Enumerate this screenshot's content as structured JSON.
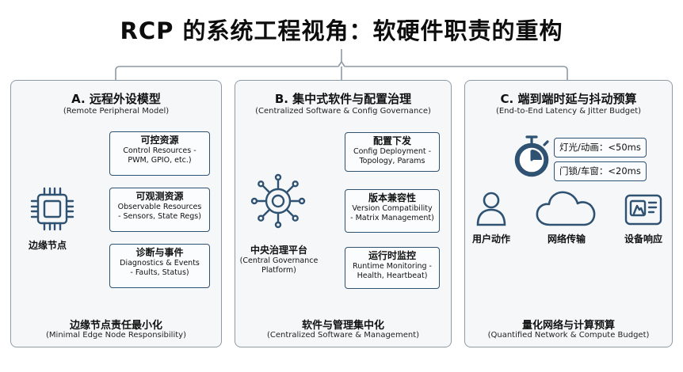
{
  "title": "RCP 的系统工程视角：软硬件职责的重构",
  "colors": {
    "navy": "#2f5272",
    "panel_border": "#8e9aa6",
    "panel_fill": "#f5f7f9"
  },
  "panels": [
    {
      "title": "A. 远程外设模型",
      "subtitle": "(Remote Peripheral Model)",
      "node_label": "边缘节点",
      "node_icon": "chip-icon",
      "boxes": [
        {
          "title": "可控资源",
          "desc1": "Control Resources -",
          "desc2": "PWM, GPIO, etc.)"
        },
        {
          "title": "可观测资源",
          "desc1": "Observable Resources",
          "desc2": "- Sensors, State Regs)"
        },
        {
          "title": "诊断与事件",
          "desc1": "Diagnostics & Events",
          "desc2": "- Faults, Status)"
        }
      ],
      "bottom_title": "边缘节点责任最小化",
      "bottom_sub": "(Minimal Edge Node Responsibility)"
    },
    {
      "title": "B. 集中式软件与配置治理",
      "subtitle": "(Centralized Software & Config Governance)",
      "node_label": "中央治理平台",
      "node_sub1": "(Central Governance",
      "node_sub2": "Platform)",
      "node_icon": "hub-network-icon",
      "boxes": [
        {
          "title": "配置下发",
          "desc1": "Config Deployment -",
          "desc2": "Topology, Params"
        },
        {
          "title": "版本兼容性",
          "desc1": "Version Compatibility",
          "desc2": "- Matrix Management)"
        },
        {
          "title": "运行时监控",
          "desc1": "Runtime Monitoring -",
          "desc2": "Health, Heartbeat)"
        }
      ],
      "bottom_title": "软件与管理集中化",
      "bottom_sub": "(Centralized Software & Management)"
    },
    {
      "title": "C. 端到端时延与抖动预算",
      "subtitle": "(End-to-End Latency & Jitter Budget)",
      "timer_icon": "stopwatch-icon",
      "budgets": [
        "灯光/动画：<50ms",
        "门锁/车窗：<20ms"
      ],
      "flow": [
        {
          "label": "用户动作",
          "icon": "user-icon"
        },
        {
          "label": "网络传输",
          "icon": "cloud-icon"
        },
        {
          "label": "设备响应",
          "icon": "device-icon"
        }
      ],
      "bottom_title": "量化网络与计算预算",
      "bottom_sub": "(Quantified Network & Compute Budget)"
    }
  ]
}
